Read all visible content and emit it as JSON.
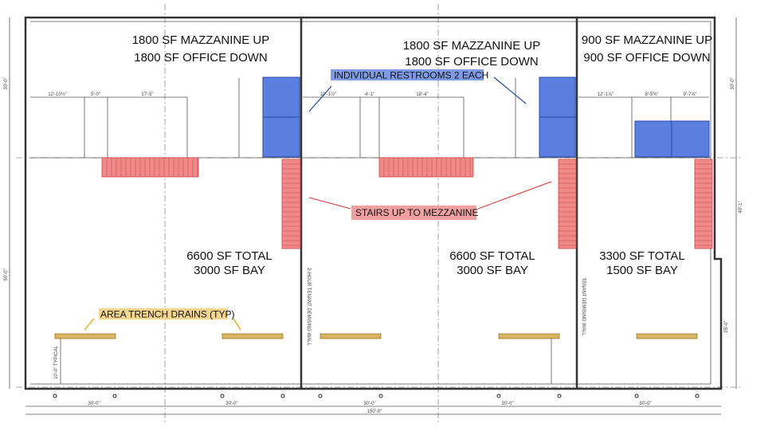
{
  "units": [
    {
      "mezz": "1800 SF MAZZANINE UP",
      "office": "1800 SF OFFICE DOWN",
      "total": "6600 SF TOTAL",
      "bay": "3000 SF BAY"
    },
    {
      "mezz": "1800 SF MAZZANINE UP",
      "office": "1800 SF OFFICE DOWN",
      "total": "6600 SF TOTAL",
      "bay": "3000 SF BAY"
    },
    {
      "mezz": "900 SF MAZZANINE UP",
      "office": "900 SF OFFICE DOWN",
      "total": "3300 SF TOTAL",
      "bay": "1500 SF BAY"
    }
  ],
  "callouts": {
    "restrooms": "INDIVIDUAL RESTROOMS 2 EACH",
    "stairs": "STAIRS UP TO MEZZANINE",
    "drains": "AREA TRENCH DRAINS (TYP)"
  },
  "walls": {
    "demising_1": "2-HOUR TENANT DEMISING WALL",
    "demising_2": "TENANT DEMISING WALL"
  },
  "dimensions": {
    "bays": [
      "30'-0\"",
      "30'-0\"",
      "30'-0\"",
      "30'-0\"",
      "30'-0\""
    ],
    "overall": "150'-0\"",
    "left_top": "30'-0\"",
    "left_bottom": "50'-0\"",
    "right_top": "30'-0\"",
    "right_mid": "40'-1\"",
    "right_bottom": "25'-0\"",
    "unit1_office": [
      "12'-10½\"",
      "5'-0\"",
      "17'-5\""
    ],
    "unit2_office": [
      "10'-1½\"",
      "4'-1\"",
      "18'-4\""
    ],
    "unit3_office": [
      "12'-1⅞\"",
      "8'-5⅝\"",
      "9'-7⅝\""
    ],
    "drain_offset": "10'-0\" TYPICAL"
  },
  "colors": {
    "restroom": "#5b7fe0",
    "stairs": "#f08a8a",
    "drain": "#d9b560",
    "restroom_callout": "#7e9be6",
    "stairs_callout": "#f0a0a0",
    "drain_callout": "#f5d58e"
  }
}
